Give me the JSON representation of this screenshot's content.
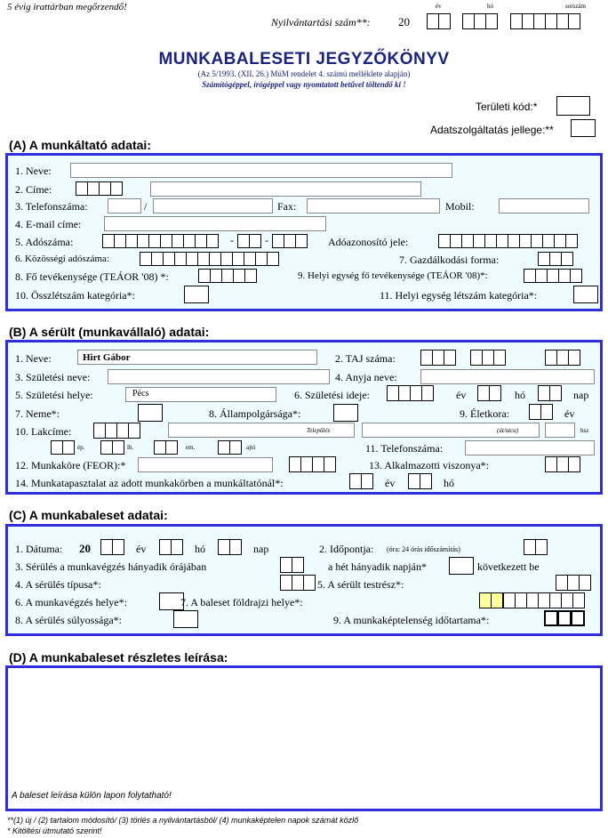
{
  "header": {
    "retention": "5 évig irattárban megőrzendő!",
    "registry_label": "Nyilvántartási szám**:",
    "registry_prefix": "20",
    "col_ev": "év",
    "col_ho": "hó",
    "col_sorszam": "sorszám",
    "title": "MUNKABALESETI JEGYZŐKÖNYV",
    "subtitle": "(Az 5/1993. (XII. 26.) MüM rendelet 4. számú melléklete alapján)",
    "instruction": "Számítógéppel, írógéppel vagy nyomtatott betűvel töltendő ki !",
    "territorial_label": "Területi kód:*",
    "data_nature_label": "Adatszolgáltatás jellege:**"
  },
  "section_a": {
    "title": "(A) A munkáltató adatai:",
    "f1": "1. Neve:",
    "f2": "2. Címe:",
    "f3": "3. Telefonszáma:",
    "f3_sep": "/",
    "fax": "Fax:",
    "mobil": "Mobil:",
    "f4": "4. E-mail címe:",
    "f5": "5. Adószáma:",
    "dash": "-",
    "tax_id": "Adóazonosító jele:",
    "f6": "6. Közösségi adószáma:",
    "f7": "7. Gazdálkodási forma:",
    "f8": "8. Fő tevékenysége (TEÁOR '08) *:",
    "f9": "9. Helyi egység fő tevékenysége (TEÁOR '08)*:",
    "f10": "10. Összlétszám kategória*:",
    "f11": "11. Helyi egység létszám kategória*:"
  },
  "section_b": {
    "title": "(B) A sérült (munkavállaló) adatai:",
    "f1": "1. Neve:",
    "f1_value": "Hirt Gábor",
    "f2": "2. TAJ száma:",
    "f3": "3. Születési neve:",
    "f4": "4. Anyja neve:",
    "f5": "5. Születési helye:",
    "f5_value": "Pécs",
    "f6": "6. Születési ideje:",
    "ev": "év",
    "ho": "hó",
    "nap": "nap",
    "f7": "7. Neme*:",
    "f8": "8. Állampolgársága*:",
    "f9": "9. Életkora:",
    "f10": "10. Lakcíme:",
    "telepules": "Település",
    "ututca": "(út/utca)",
    "hsz": "hsz",
    "ep": "ép.",
    "lh": "lh.",
    "em": "em.",
    "ajto": "ajtó",
    "f11": "11. Telefonszáma:",
    "f12": "12. Munkaköre (FEOR):*",
    "f13": "13. Alkalmazotti viszonya*:",
    "f14": "14. Munkatapasztalat az adott munkakörben a munkáltatónál*:"
  },
  "section_c": {
    "title": "(C) A munkabaleset adatai:",
    "f1": "1. Dátuma:",
    "f1_prefix": "20",
    "ev": "év",
    "ho": "hó",
    "nap": "nap",
    "f2": "2. Időpontja:",
    "f2_note": "(óra: 24 órás időszámítás)",
    "f3": "3. Sérülés a munkavégzés hányadik órájában",
    "f3b": "a hét hányadik napján*",
    "f3c": "következett be",
    "f4": "4. A sérülés típusa*:",
    "f5": "5. A sérült testrész*:",
    "f6": "6. A munkavégzés helye*:",
    "f7": "7. A baleset földrajzi helye*:",
    "f8": "8. A sérülés súlyossága*:",
    "f9": "9. A munkaképtelenség időtartama*:"
  },
  "section_d": {
    "title": "(D) A munkabaleset részletes leírása:",
    "continuation": "A baleset leírása külön lapon folytatható!"
  },
  "footer": {
    "note1": "**(1) új / (2) tartalom módosító/ (3) törlés a nyilvántartásból/ (4) munkaképtelen napok számát közlő",
    "note2": "* Kitöltési útmutató szerint!"
  },
  "colors": {
    "panel_border": "#2f2fd9",
    "panel_bg": "#eefcff",
    "title": "#1a237e",
    "highlight": "#ffff99"
  }
}
